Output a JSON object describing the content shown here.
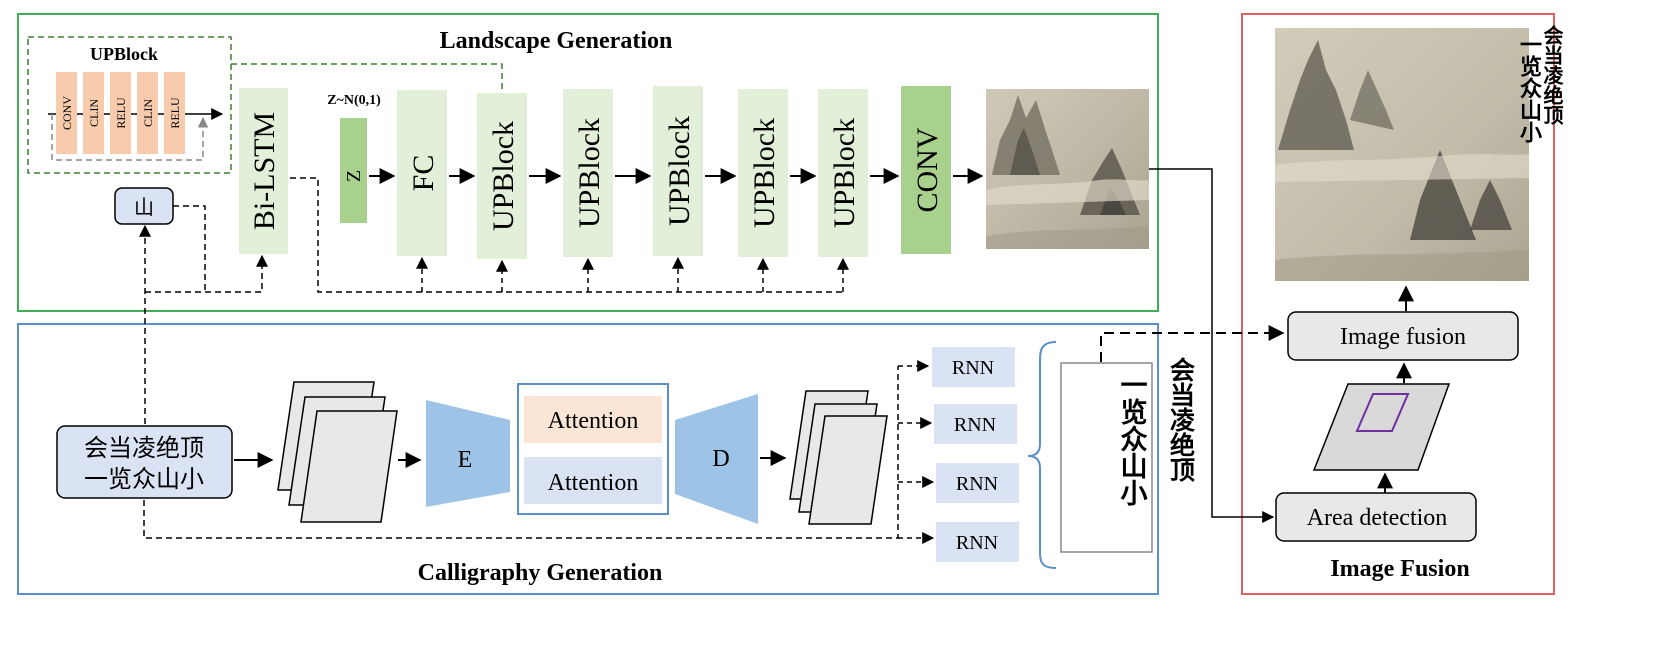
{
  "sections": {
    "landscape_title": "Landscape Generation",
    "calligraphy_title": "Calligraphy Generation",
    "fusion_title": "Image Fusion"
  },
  "upblock_inset": {
    "title": "UPBlock",
    "layers": [
      "CONV",
      "CLIN",
      "RELU",
      "CLIN",
      "RELU"
    ]
  },
  "landscape": {
    "mountain_char": "山",
    "bilstm": "Bi-LSTM",
    "noise_label": "Z~N(0,1)",
    "z": "Z",
    "fc": "FC",
    "upblocks": [
      "UPBlock",
      "UPBlock",
      "UPBlock",
      "UPBlock",
      "UPBlock"
    ],
    "conv": "CONV"
  },
  "calligraphy": {
    "poem_line1": "会当凌绝顶",
    "poem_line2": "一览众山小",
    "encoder": "E",
    "decoder": "D",
    "attention_top": "Attention",
    "attention_bottom": "Attention",
    "rnns": [
      "RNN",
      "RNN",
      "RNN",
      "RNN"
    ],
    "calligraphy_col_left": "一览众山小",
    "calligraphy_col_right": "会当凌绝顶"
  },
  "fusion": {
    "image_fusion": "Image fusion",
    "area_detection": "Area detection"
  },
  "colors": {
    "landscape_border": "#3fae57",
    "calligraphy_border": "#5b8fc7",
    "fusion_border": "#e06060",
    "light_green": "#e2f0d9",
    "mid_green": "#a9d18e",
    "peach": "#f8cbad",
    "light_blue": "#dae3f3",
    "encoder_blue": "#9dc3e6",
    "grey_box": "#e8e8e8",
    "purple": "#7030a0"
  }
}
